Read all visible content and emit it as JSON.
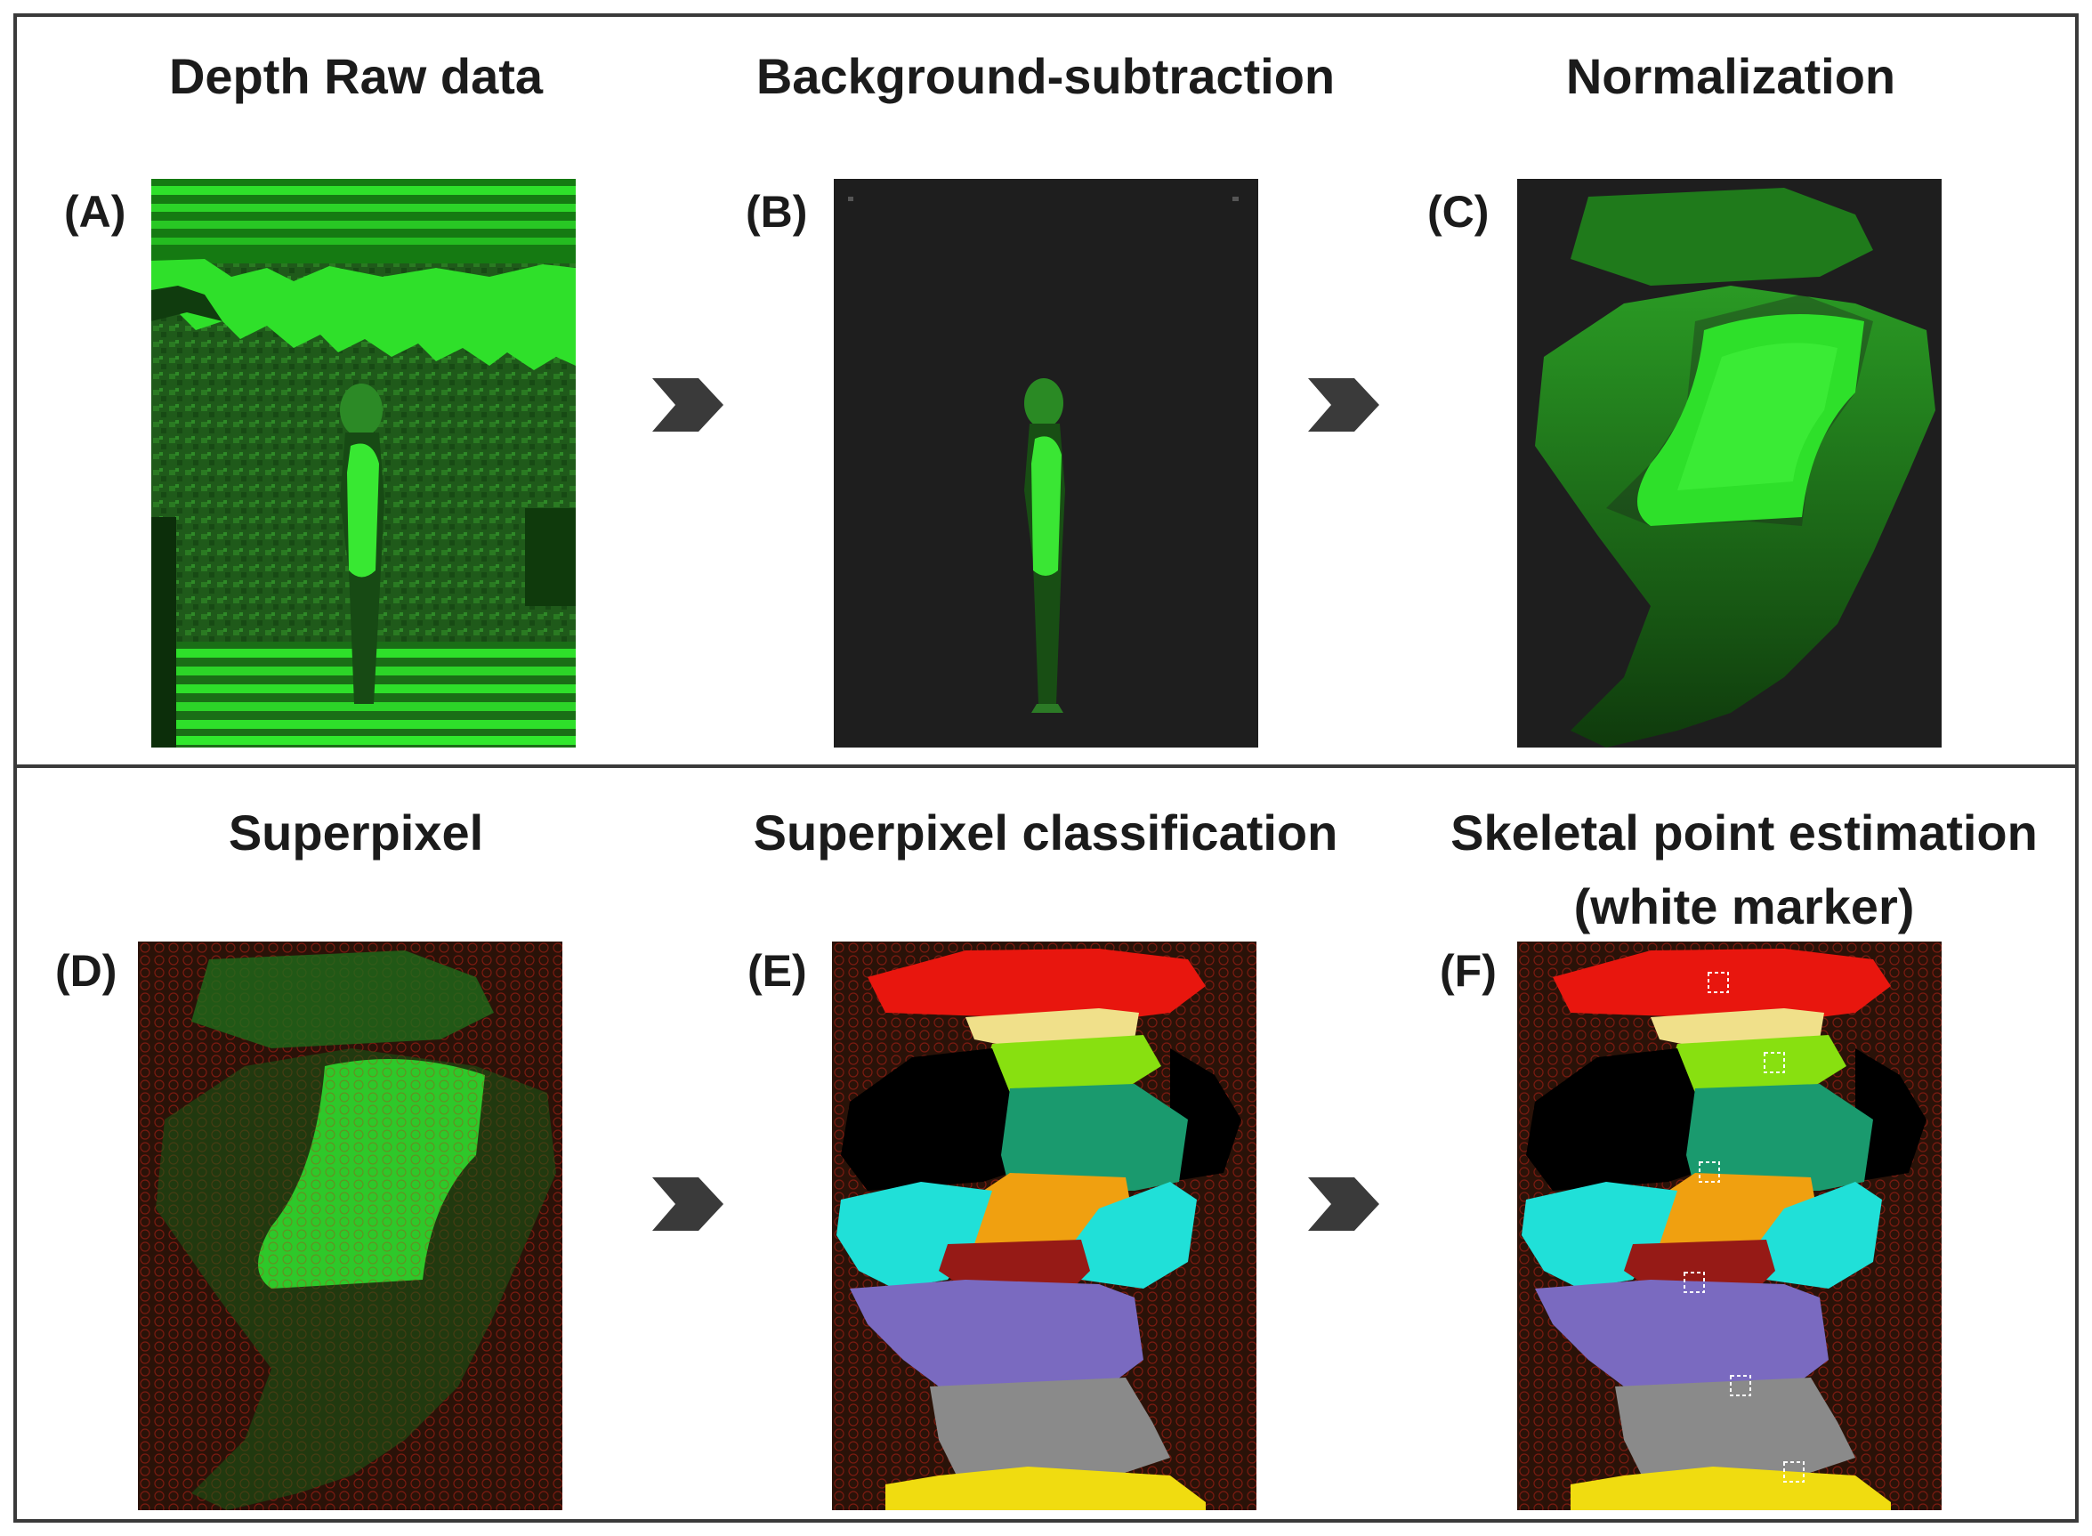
{
  "rows": [
    {
      "steps": [
        {
          "title": "Depth Raw data",
          "label": "(A)",
          "image": "raw-depth-frame"
        },
        {
          "title": "Background-subtraction",
          "label": "(B)",
          "image": "background-subtracted-frame"
        },
        {
          "title": "Normalization",
          "label": "(C)",
          "image": "normalized-body-crop"
        }
      ]
    },
    {
      "steps": [
        {
          "title": "Superpixel",
          "label": "(D)",
          "image": "superpixel-grid"
        },
        {
          "title": "Superpixel classification",
          "label": "(E)",
          "image": "body-part-segments"
        },
        {
          "title_line1": "Skeletal point estimation",
          "title_line2": "(white marker)",
          "label": "(F)",
          "image": "segments-with-skeleton-markers"
        }
      ]
    }
  ],
  "arrow_icon": "chevron-right-icon",
  "colors": {
    "depth_green": "#22cc22",
    "dark_bg": "#1e1e1e",
    "frame": "#3a3a3a",
    "segment_head": "#e8160e",
    "segment_neck": "#f0e08a",
    "segment_upper_chest": "#88e010",
    "segment_chest": "#1a9a6e",
    "segment_abdomen": "#f0a010",
    "segment_arms": "#20e0d8",
    "segment_pelvis": "#961a16",
    "segment_thigh": "#7a6ac0",
    "segment_knee": "#8a8a8a",
    "segment_feet": "#f0dc10",
    "segment_background": "#000000",
    "marker": "#ffffff"
  }
}
